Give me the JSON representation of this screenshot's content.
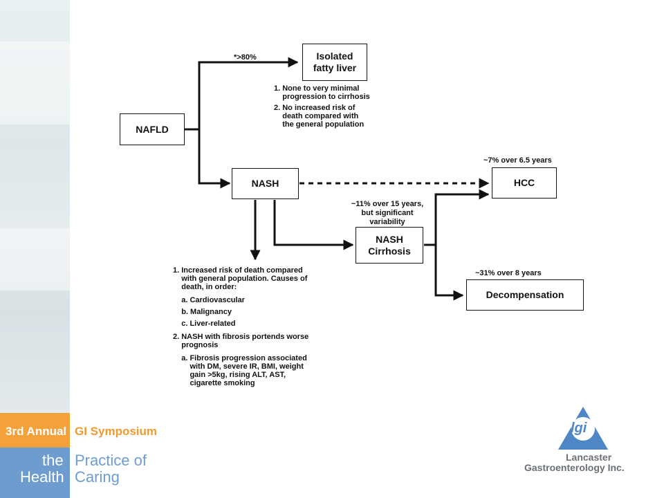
{
  "branding": {
    "annual": "3rd Annual",
    "symposium": "GI Symposium",
    "the": "the",
    "health": "Health",
    "practice": "Practice of",
    "caring": "Caring"
  },
  "logo": {
    "monogram": "lgi",
    "line1": "Lancaster",
    "line2": "Gastroenterology Inc."
  },
  "diagram": {
    "nodes": {
      "nafld": "NAFLD",
      "isolated_line1": "Isolated",
      "isolated_line2": "fatty liver",
      "nash": "NASH",
      "hcc": "HCC",
      "cirrhosis_line1": "NASH",
      "cirrhosis_line2": "Cirrhosis",
      "decompensation": "Decompensation"
    },
    "edge_labels": {
      "isolated_pct": "*>80%",
      "hcc_rate": "~7% over 6.5 years",
      "cirrhosis_rate_1": "~11% over 15 years,",
      "cirrhosis_rate_2": "but significant",
      "cirrhosis_rate_3": "variability",
      "decomp_rate": "~31% over 8 years"
    },
    "isolated_notes": [
      "1. None to very minimal",
      "    progression to cirrhosis",
      "2. No increased risk of",
      "    death compared with",
      "    the general population"
    ],
    "nash_notes": [
      "1. Increased risk of death compared",
      "    with general population. Causes of",
      "    death, in order:",
      "    a. Cardiovascular",
      "    b. Malignancy",
      "    c. Liver-related",
      "2. NASH with fibrosis portends worse",
      "    prognosis",
      "    a. Fibrosis progression associated",
      "        with DM, severe IR, BMI, weight",
      "        gain >5kg, rising ALT, AST,",
      "        cigarette smoking"
    ]
  },
  "colors": {
    "orange": "#f3a23a",
    "blue": "#6f9ccf",
    "logo_blue": "#4f86c6",
    "logo_text": "#6a6f75"
  }
}
